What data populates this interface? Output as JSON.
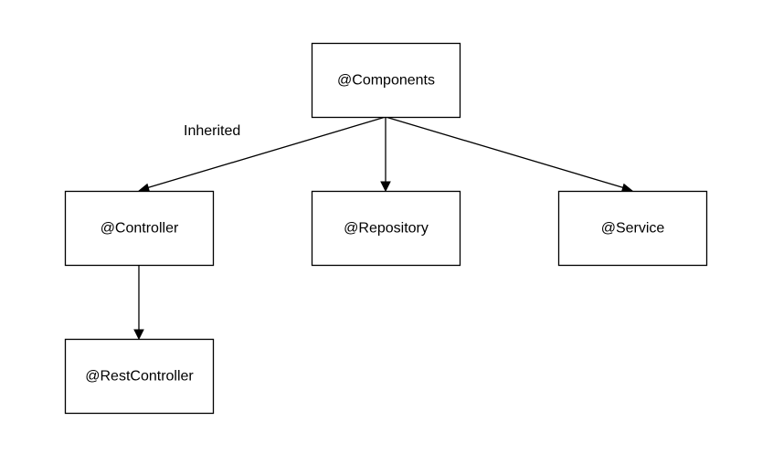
{
  "nodes": {
    "components": "@Components",
    "controller": "@Controller",
    "repository": "@Repository",
    "service": "@Service",
    "restcontroller": "@RestController"
  },
  "edge_labels": {
    "inherited": "Inherited"
  },
  "colors": {
    "stroke": "#000000",
    "fill": "#ffffff",
    "text": "#000000"
  }
}
